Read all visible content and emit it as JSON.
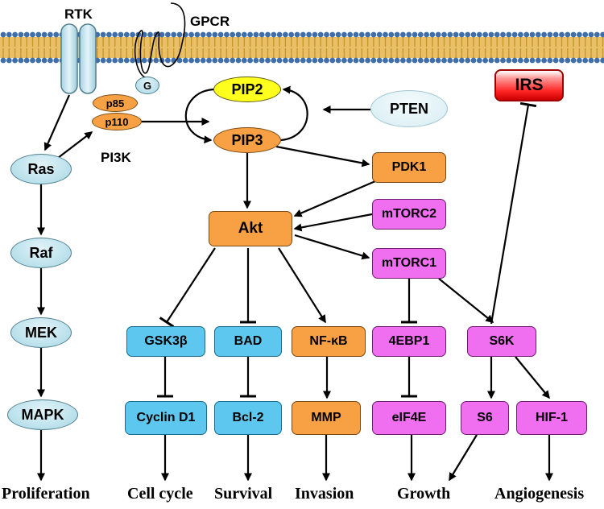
{
  "membrane_labels": {
    "rtk": "RTK",
    "gpcr": "GPCR"
  },
  "pi3k": {
    "label": "PI3K",
    "p85": "p85",
    "p110": "p110",
    "g": "G"
  },
  "mapk_path": {
    "ras": "Ras",
    "raf": "Raf",
    "mek": "MEK",
    "mapk": "MAPK"
  },
  "lipids": {
    "pip2": "PIP2",
    "pip3": "PIP3",
    "pten": "PTEN"
  },
  "kinases": {
    "pdk1": "PDK1",
    "mtorc2": "mTORC2",
    "akt": "Akt",
    "mtorc1": "mTORC1",
    "irs": "IRS"
  },
  "effectors": {
    "gsk3b": "GSK3β",
    "bad": "BAD",
    "nfkb": "NF-κB",
    "ebp1": "4EBP1",
    "s6k": "S6K",
    "cyclin_d1": "Cyclin D1",
    "bcl2": "Bcl-2",
    "mmp": "MMP",
    "eif4e": "eIF4E",
    "s6": "S6",
    "hif1": "HIF-1"
  },
  "outcomes": {
    "proliferation": "Proliferation",
    "cell_cycle": "Cell cycle",
    "survival": "Survival",
    "invasion": "Invasion",
    "growth": "Growth",
    "angiogenesis": "Angiogenesis"
  },
  "colors": {
    "membrane_head": "#3f6ea8",
    "membrane_tail": "#c8962a",
    "akt_pathway": "#f7a044",
    "mtor_pathway": "#f06ef0",
    "effector_blue": "#5dc7ef",
    "signal_blue": "#bfe3ed",
    "irs_red": "#ff2424"
  }
}
